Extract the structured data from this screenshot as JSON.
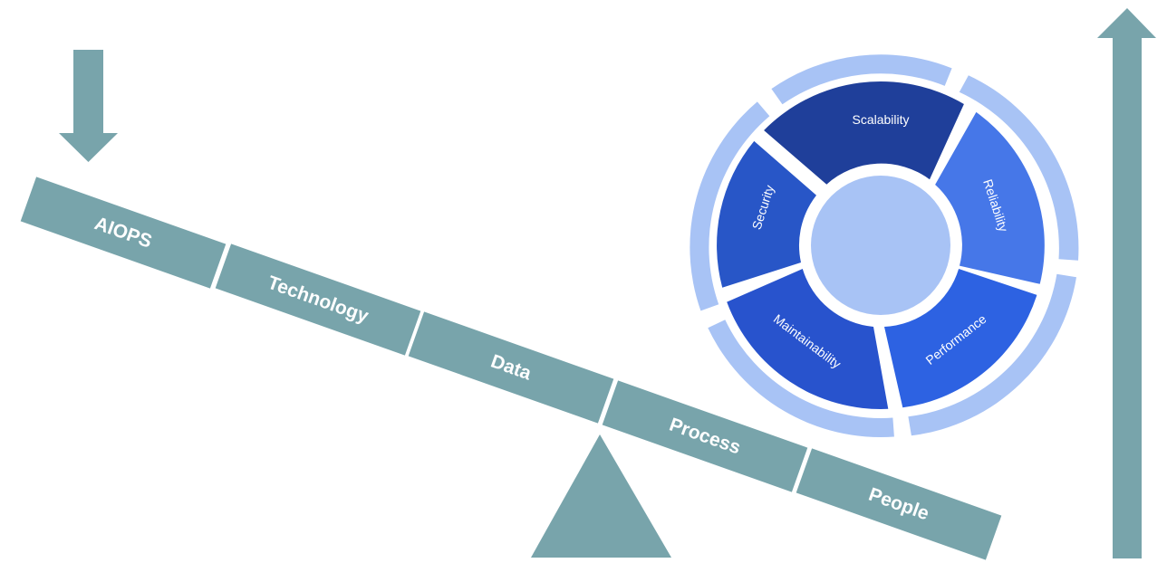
{
  "colors": {
    "teal": "#78a4ab",
    "outer_ring": "#a8c3f5",
    "hub": "#a8c3f5",
    "scalability": "#1f3f9a",
    "reliability": "#4677e8",
    "performance": "#2d62e2",
    "maintainability": "#2853cd",
    "security": "#2856c7"
  },
  "icons": {
    "down": "arrow-down-icon",
    "up": "arrow-up-icon",
    "fulcrum": "triangle-fulcrum"
  },
  "seesaw": {
    "planks": [
      "AIOPS",
      "Technology",
      "Data",
      "Process",
      "People"
    ]
  },
  "wheel": {
    "segments": [
      "Scalability",
      "Reliability",
      "Performance",
      "Maintainability",
      "Security"
    ]
  }
}
